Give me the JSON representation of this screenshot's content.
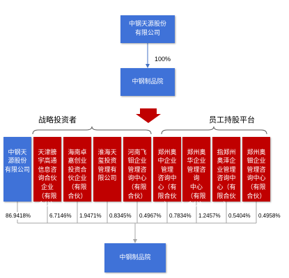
{
  "colors": {
    "blue": "#3f72d8",
    "red": "#c00000",
    "connector": "#a5a5a5",
    "arrow": "#4472c4",
    "brace": "#595959"
  },
  "parent_company": {
    "name": "中钢天源股份\n有限公司",
    "stake": "100%"
  },
  "subsidiary": {
    "name": "中钢制品院"
  },
  "groups": {
    "strategic_investors": "战略投资者",
    "employee_platform": "员工持股平台"
  },
  "shareholders": [
    {
      "name": "中钢天\n源股份\n有限公司",
      "stake": "86.9418%"
    },
    {
      "name": "天津膀\n宇高通\n信息咨\n询合伙\n企业\n（有限\n合伙）",
      "stake": "6.7146%"
    },
    {
      "name": "海南卓\n嘉创业\n投资合\n伙企业\n（有限\n合伙）",
      "stake": "1.9471%"
    },
    {
      "name": "淮海天\n玺投资\n管理有\n限公司",
      "stake": "0.8345%"
    },
    {
      "name": "河南飞\n钼企业\n管理咨\n询中心\n（有限\n合伙）",
      "stake": "0.4967%"
    },
    {
      "name": "郑州奥\n中企业\n管理\n咨询中\n心（有\n限合伙\n）",
      "stake": "0.7834%"
    },
    {
      "name": "郑州奥\n华企业\n管理咨\n询\n中心\n（有限\n合伙）",
      "stake": "1.2457%"
    },
    {
      "name": "指郑州\n奥泽企\n业管理\n咨询中\n心（有\n限合伙\n）",
      "stake": "0.5404%"
    },
    {
      "name": "郑州奥\n钿企业\n管理咨\n询中心\n（有限\n合伙）",
      "stake": "0.4958%"
    }
  ],
  "result_company": {
    "name": "中钢制品院"
  }
}
